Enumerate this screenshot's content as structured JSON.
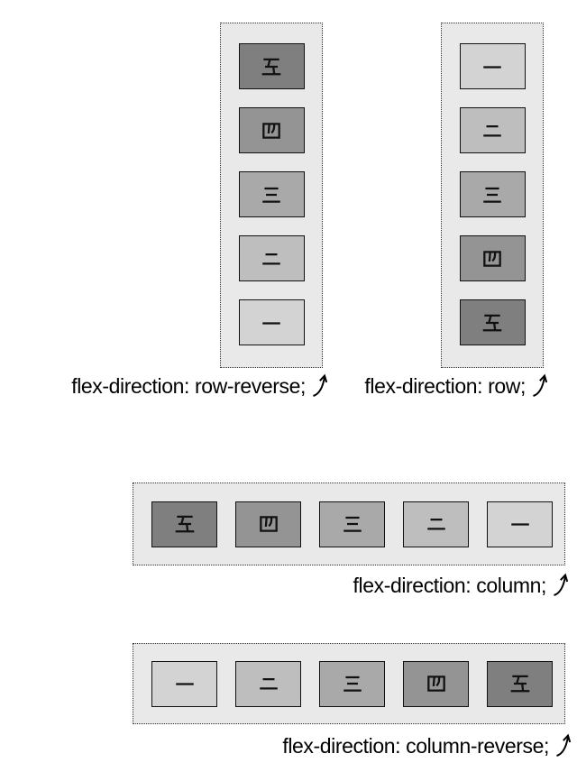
{
  "figure": {
    "background": "#ffffff",
    "colors": {
      "container_bg": "#e9e9e9",
      "container_border": "#333333",
      "item_border": "#111111",
      "item_shades": {
        "一": "#d3d3d3",
        "二": "#bebebe",
        "三": "#a9a9a9",
        "四": "#949494",
        "五": "#7f7f7f"
      },
      "text": "#000000"
    },
    "icons": {
      "caption_arrow": "curved-up-right-arrow"
    },
    "numeral_names": {
      "一": "one",
      "二": "two",
      "三": "three",
      "四": "four",
      "五": "five"
    },
    "examples": [
      {
        "id": "row-reverse",
        "label": "flex-direction: row-reverse;",
        "orientation": "vertical",
        "items": [
          "五",
          "四",
          "三",
          "二",
          "一"
        ]
      },
      {
        "id": "row",
        "label": "flex-direction: row;",
        "orientation": "vertical",
        "items": [
          "一",
          "二",
          "三",
          "四",
          "五"
        ]
      },
      {
        "id": "column",
        "label": "flex-direction: column;",
        "orientation": "horizontal",
        "items": [
          "五",
          "四",
          "三",
          "二",
          "一"
        ]
      },
      {
        "id": "column-reverse",
        "label": "flex-direction: column-reverse;",
        "orientation": "horizontal",
        "items": [
          "一",
          "二",
          "三",
          "四",
          "五"
        ]
      }
    ]
  }
}
